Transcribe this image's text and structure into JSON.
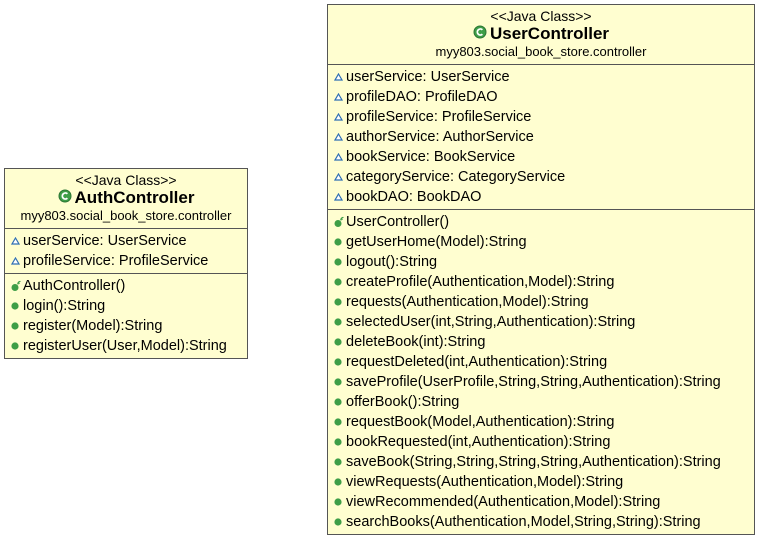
{
  "colors": {
    "class_fill": "#fffed0",
    "border": "#555555",
    "field_visibility": "#2f6fb3",
    "method_public": "#3e9e47",
    "class_icon": "#3e9e47"
  },
  "classes": [
    {
      "stereotype": "<<Java Class>>",
      "name": "AuthController",
      "package": "myy803.social_book_store.controller",
      "icon": "class-c-icon",
      "fields": [
        {
          "visibility": "package",
          "text": "userService: UserService"
        },
        {
          "visibility": "package",
          "text": "profileService: ProfileService"
        }
      ],
      "methods": [
        {
          "kind": "constructor",
          "text": "AuthController()"
        },
        {
          "kind": "public",
          "text": "login():String"
        },
        {
          "kind": "public",
          "text": "register(Model):String"
        },
        {
          "kind": "public",
          "text": "registerUser(User,Model):String"
        }
      ]
    },
    {
      "stereotype": "<<Java Class>>",
      "name": "UserController",
      "package": "myy803.social_book_store.controller",
      "icon": "class-c-icon",
      "fields": [
        {
          "visibility": "package",
          "text": "userService: UserService"
        },
        {
          "visibility": "package",
          "text": "profileDAO: ProfileDAO"
        },
        {
          "visibility": "package",
          "text": "profileService: ProfileService"
        },
        {
          "visibility": "package",
          "text": "authorService: AuthorService"
        },
        {
          "visibility": "package",
          "text": "bookService: BookService"
        },
        {
          "visibility": "package",
          "text": "categoryService: CategoryService"
        },
        {
          "visibility": "package",
          "text": "bookDAO: BookDAO"
        }
      ],
      "methods": [
        {
          "kind": "constructor",
          "text": "UserController()"
        },
        {
          "kind": "public",
          "text": "getUserHome(Model):String"
        },
        {
          "kind": "public",
          "text": "logout():String"
        },
        {
          "kind": "public",
          "text": "createProfile(Authentication,Model):String"
        },
        {
          "kind": "public",
          "text": "requests(Authentication,Model):String"
        },
        {
          "kind": "public",
          "text": "selectedUser(int,String,Authentication):String"
        },
        {
          "kind": "public",
          "text": "deleteBook(int):String"
        },
        {
          "kind": "public",
          "text": "requestDeleted(int,Authentication):String"
        },
        {
          "kind": "public",
          "text": "saveProfile(UserProfile,String,String,Authentication):String"
        },
        {
          "kind": "public",
          "text": "offerBook():String"
        },
        {
          "kind": "public",
          "text": "requestBook(Model,Authentication):String"
        },
        {
          "kind": "public",
          "text": "bookRequested(int,Authentication):String"
        },
        {
          "kind": "public",
          "text": "saveBook(String,String,String,String,Authentication):String"
        },
        {
          "kind": "public",
          "text": "viewRequests(Authentication,Model):String"
        },
        {
          "kind": "public",
          "text": "viewRecommended(Authentication,Model):String"
        },
        {
          "kind": "public",
          "text": "searchBooks(Authentication,Model,String,String):String"
        }
      ]
    }
  ]
}
